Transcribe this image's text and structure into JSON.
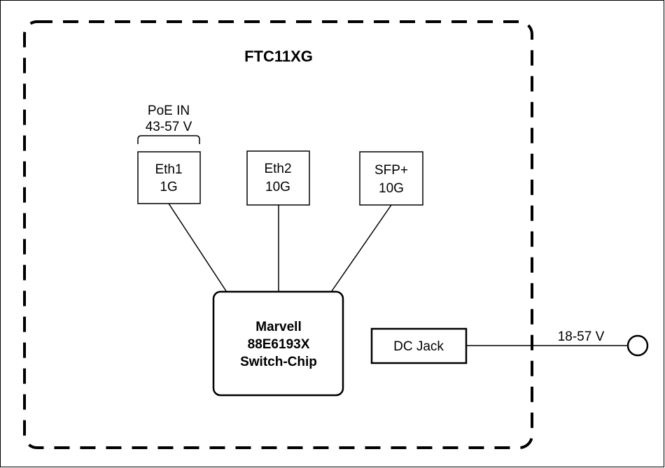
{
  "diagram": {
    "title": "FTC11XG",
    "poe": {
      "line1": "PoE IN",
      "line2": "43-57 V"
    },
    "ports": [
      {
        "line1": "Eth1",
        "line2": "1G"
      },
      {
        "line1": "Eth2",
        "line2": "10G"
      },
      {
        "line1": "SFP+",
        "line2": "10G"
      }
    ],
    "chip": {
      "line1": "Marvell",
      "line2": "88E6193X",
      "line3": "Switch-Chip"
    },
    "dc_jack": {
      "label": "DC Jack"
    },
    "power_input": {
      "label": "18-57 V"
    }
  },
  "colors": {
    "stroke": "#000000",
    "background": "#ffffff"
  }
}
